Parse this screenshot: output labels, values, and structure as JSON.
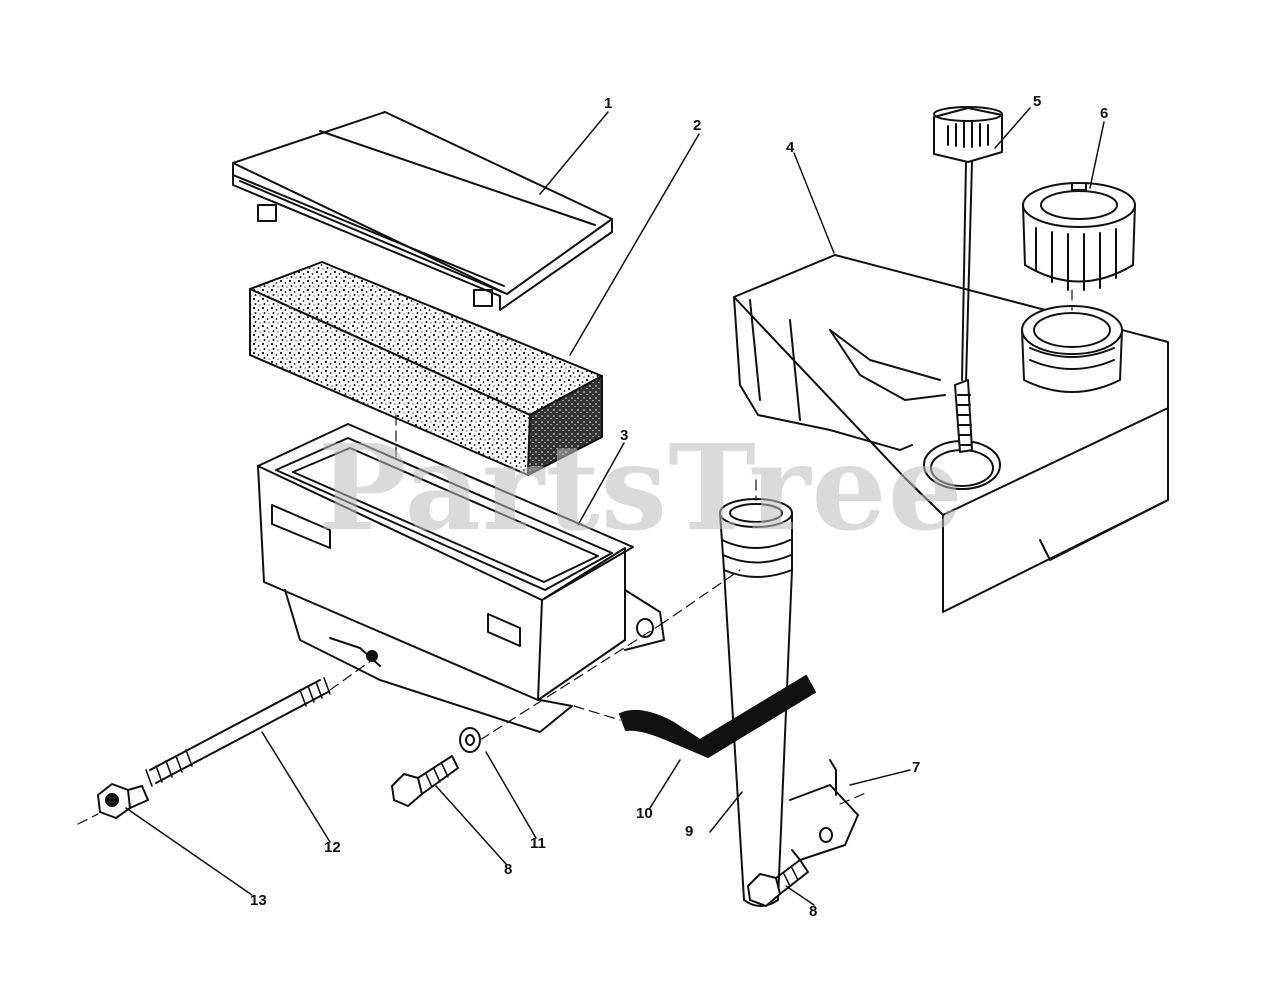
{
  "watermark": "PartsTree",
  "colors": {
    "line": "#111111",
    "background": "#ffffff",
    "watermark": "#bdbdbd"
  },
  "callouts": {
    "c1": "1",
    "c2": "2",
    "c3": "3",
    "c4": "4",
    "c5": "5",
    "c6": "6",
    "c7": "7",
    "c8a": "8",
    "c8b": "8",
    "c9": "9",
    "c10": "10",
    "c11": "11",
    "c12": "12",
    "c13": "13"
  }
}
